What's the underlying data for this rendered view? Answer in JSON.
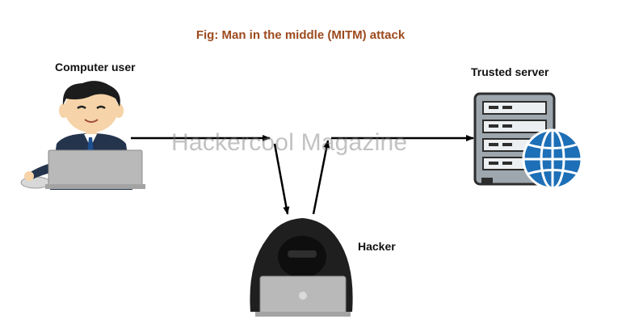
{
  "title": "Fig: Man in the middle (MITM) attack",
  "nodes": {
    "user": {
      "label": "Computer user"
    },
    "server": {
      "label": "Trusted server"
    },
    "hacker": {
      "label": "Hacker"
    }
  },
  "watermark": "Hackercool Magazine",
  "colors": {
    "title": "#9c4a1e",
    "skin": "#f6d3a8",
    "suit": "#24344d",
    "hair": "#1c1c1c",
    "laptop": "#b9b9b9",
    "server_body": "#9ea7ad",
    "server_frame": "#2d2d2d",
    "globe": "#1d6fb7",
    "hood": "#1f1f1f",
    "arrow": "#000000"
  }
}
